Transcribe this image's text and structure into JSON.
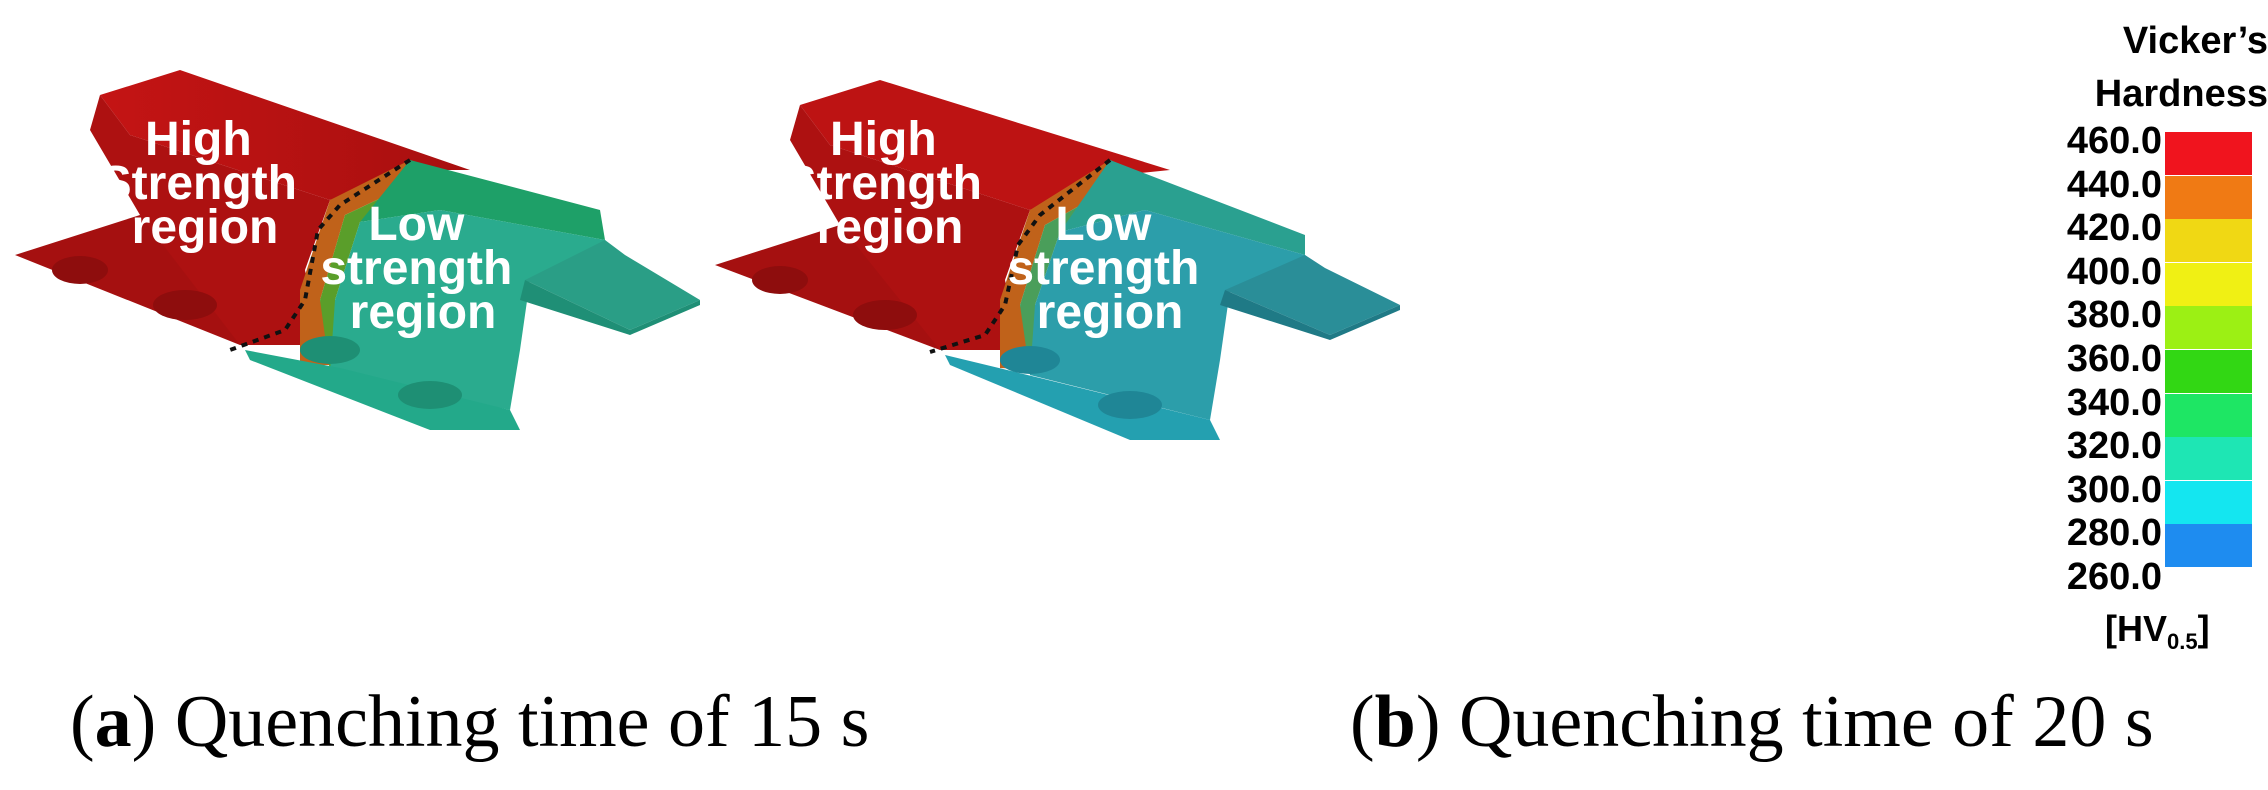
{
  "panel_a": {
    "label_high": [
      "High",
      "Strength",
      "region"
    ],
    "label_low": [
      "Low",
      "strength",
      "region"
    ],
    "caption_letter": "a",
    "caption_text": " Quenching time of 15 s",
    "colors": {
      "high": "#b81212",
      "low": "#2aa88a",
      "transition": "#c46a1a",
      "boundary_glow": "#3fae3a"
    }
  },
  "panel_b": {
    "label_high": [
      "High",
      "Strength",
      "region"
    ],
    "label_low": [
      "Low",
      "strength",
      "region"
    ],
    "caption_letter": "b",
    "caption_text": " Quenching time of 20 s",
    "colors": {
      "high": "#b81212",
      "low": "#2a9aa0",
      "transition": "#c46a1a",
      "boundary_glow": "#3fae3a"
    }
  },
  "legend": {
    "title_line1": "Vicker’s",
    "title_line2": "Hardness",
    "ticks": [
      "460.0",
      "440.0",
      "420.0",
      "400.0",
      "380.0",
      "360.0",
      "340.0",
      "320.0",
      "300.0",
      "280.0",
      "260.0"
    ],
    "colors": [
      "#f0141e",
      "#f07a14",
      "#f0d814",
      "#f0f014",
      "#9cf014",
      "#32d714",
      "#1ee664",
      "#1ee6b4",
      "#14e6f0",
      "#1e8cf0",
      "#1414e6"
    ],
    "unit_main": "[HV",
    "unit_sub": "0.5",
    "unit_close": "]"
  }
}
